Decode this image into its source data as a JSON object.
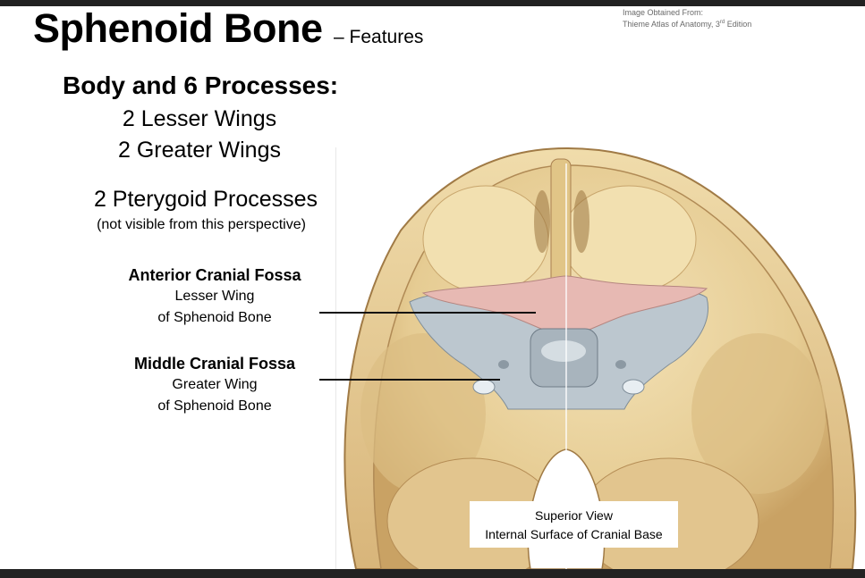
{
  "slide": {
    "title": "Sphenoid Bone",
    "subtitle": "– Features",
    "credit": {
      "line1": "Image Obtained From:",
      "line2": "Thieme Atlas of Anatomy, 3",
      "sup": "rd",
      "line2_end": " Edition"
    }
  },
  "content": {
    "heading": "Body and 6 Processes:",
    "lines": [
      "2 Lesser Wings",
      "2 Greater Wings",
      "2 Pterygoid Processes"
    ],
    "note": "(not visible from this perspective)"
  },
  "labels": [
    {
      "title": "Anterior Cranial Fossa",
      "line1": "Lesser Wing",
      "line2": "of Sphenoid Bone"
    },
    {
      "title": "Middle Cranial Fossa",
      "line1": "Greater Wing",
      "line2": "of Sphenoid Bone"
    }
  ],
  "figure": {
    "caption_line1": "Superior View",
    "caption_line2": "Internal Surface of Cranial Base"
  },
  "colors": {
    "bone": "#e8cf98",
    "bone_dark": "#b98e52",
    "lesser_wing": "#e7b9b3",
    "greater_wing": "#bcc7cf",
    "bar": "#222222"
  }
}
